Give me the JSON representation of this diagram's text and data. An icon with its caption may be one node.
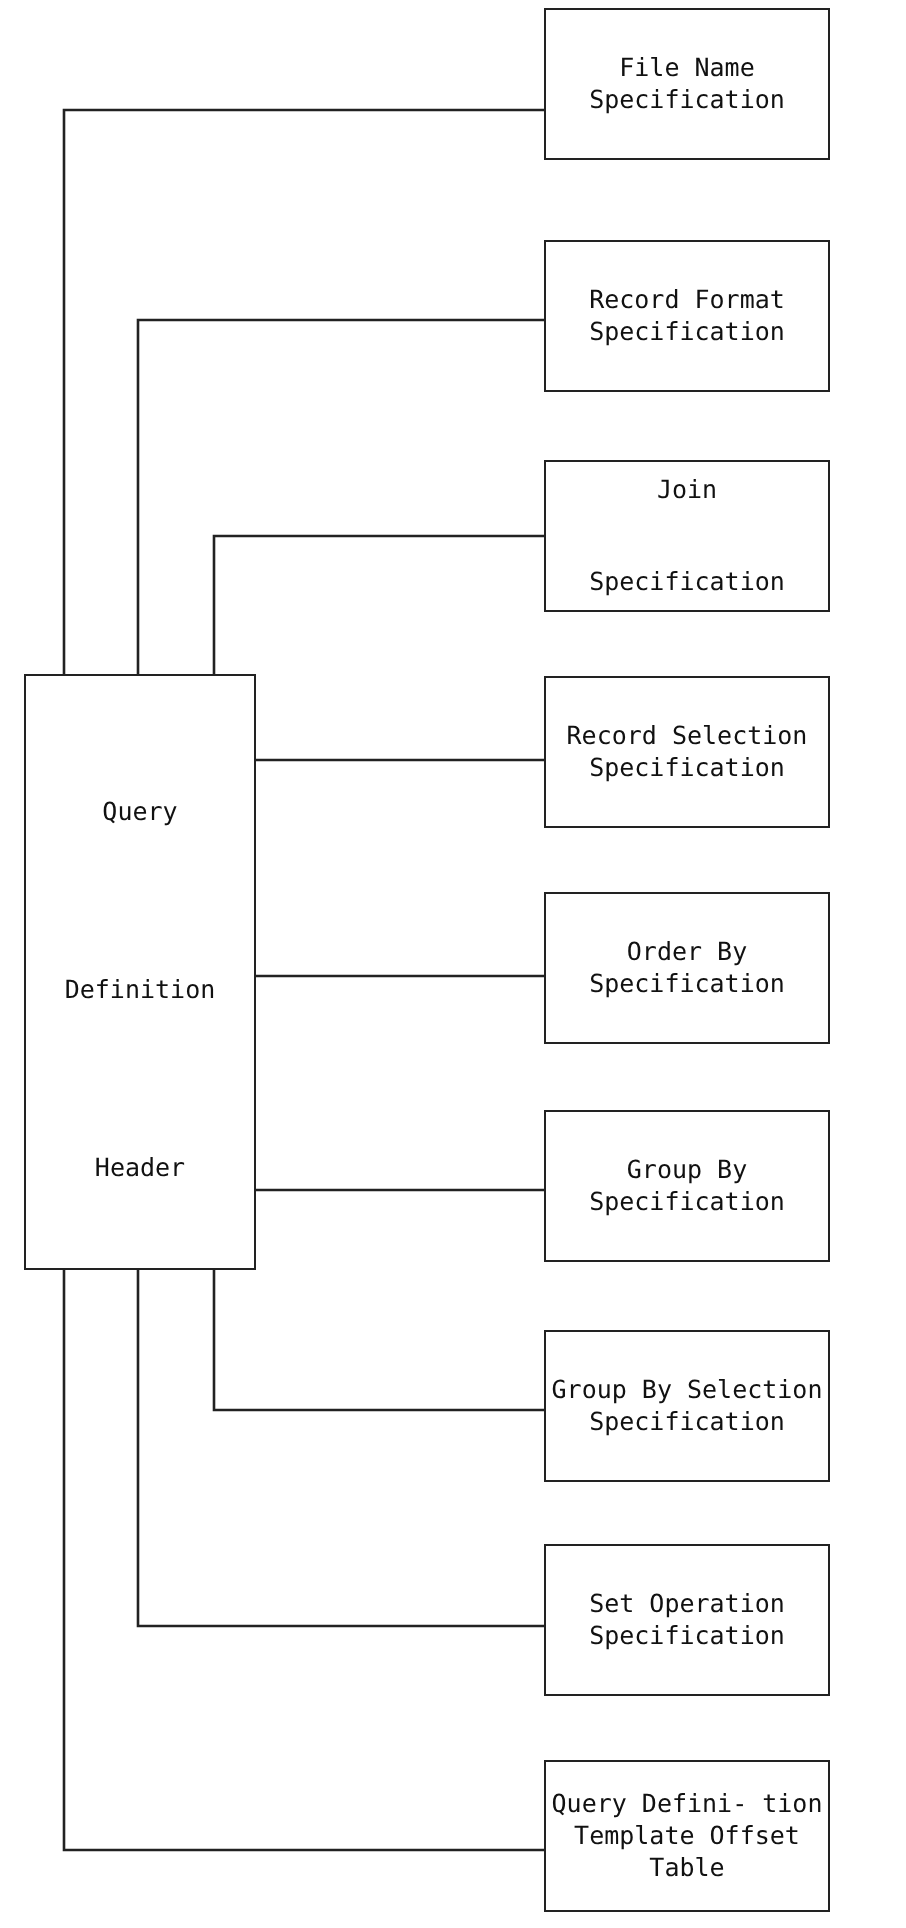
{
  "diagram": {
    "nodes": [
      {
        "text": [
          "Query",
          "Definition",
          "Header"
        ]
      },
      {
        "text": [
          "File Name Specification"
        ]
      },
      {
        "text": [
          "Record Format Specification"
        ]
      },
      {
        "text": [
          "Join",
          "Specification"
        ]
      },
      {
        "text": [
          "Record Selection Specification"
        ]
      },
      {
        "text": [
          "Order By Specification"
        ]
      },
      {
        "text": [
          "Group By Specification"
        ]
      },
      {
        "text": [
          "Group By Selection Specification"
        ]
      },
      {
        "text": [
          "Set Operation Specification"
        ]
      },
      {
        "text": [
          "Query Defini- tion Template Offset Table"
        ]
      }
    ],
    "edges": [
      {
        "from": 0,
        "to": 1,
        "arrow": "none"
      },
      {
        "from": 0,
        "to": 2,
        "arrow": "none"
      },
      {
        "from": 0,
        "to": 3,
        "arrow": "none"
      },
      {
        "from": 0,
        "to": 4,
        "arrow": "none"
      },
      {
        "from": 0,
        "to": 5,
        "arrow": "none"
      },
      {
        "from": 0,
        "to": 6,
        "arrow": "none"
      },
      {
        "from": 0,
        "to": 7,
        "arrow": "none"
      },
      {
        "from": 0,
        "to": 8,
        "arrow": "none"
      },
      {
        "from": 0,
        "to": 9,
        "arrow": "none"
      }
    ]
  }
}
